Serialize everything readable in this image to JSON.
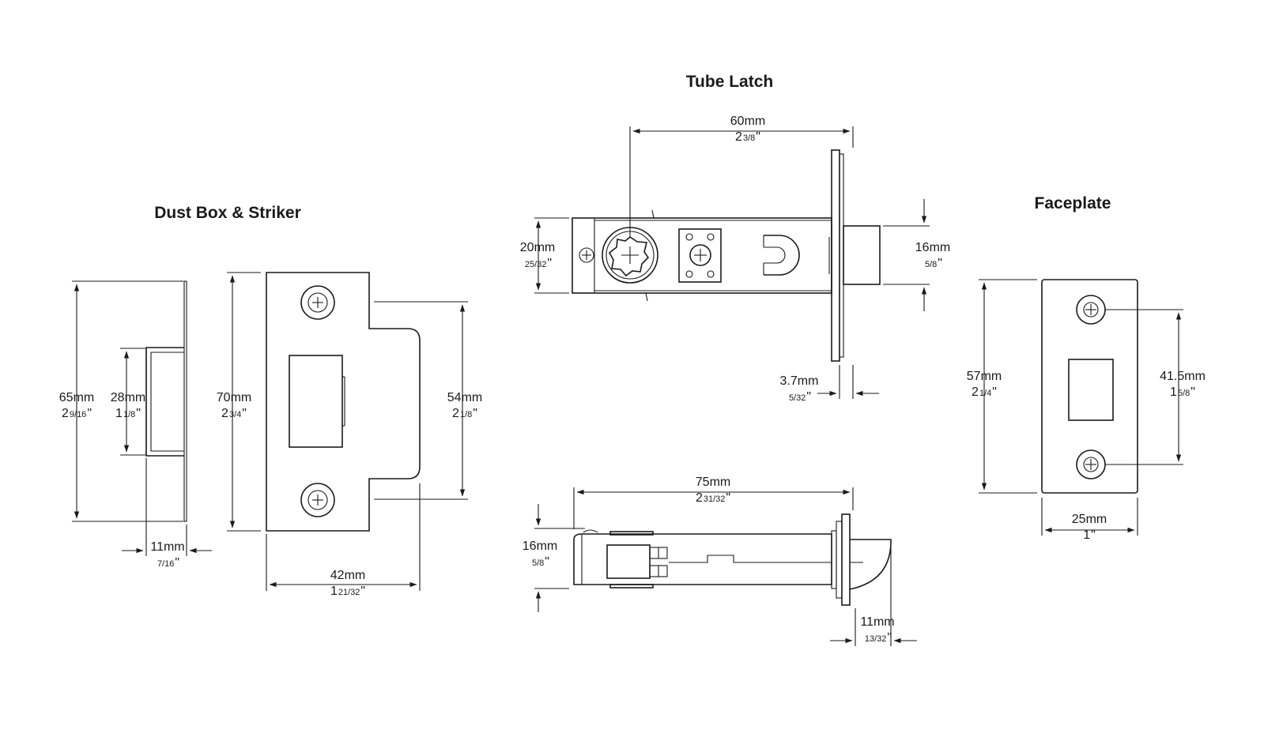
{
  "titles": {
    "dust_box": "Dust Box & Striker",
    "tube_latch": "Tube Latch",
    "faceplate": "Faceplate"
  },
  "dims": {
    "db_height": {
      "mm": "65mm",
      "in_whole": "2",
      "in_frac": "9/16",
      "in_mark": "\""
    },
    "db_box": {
      "mm": "28mm",
      "in_whole": "1",
      "in_frac": "1/8",
      "in_mark": "\""
    },
    "db_depth": {
      "mm": "11mm",
      "in_whole": "",
      "in_frac": "7/16",
      "in_mark": "\""
    },
    "st_height": {
      "mm": "70mm",
      "in_whole": "2",
      "in_frac": "3/4",
      "in_mark": "\""
    },
    "st_inner": {
      "mm": "54mm",
      "in_whole": "2",
      "in_frac": "1/8",
      "in_mark": "\""
    },
    "st_width": {
      "mm": "42mm",
      "in_whole": "1",
      "in_frac": "21/32",
      "in_mark": "\""
    },
    "tl_backset": {
      "mm": "60mm",
      "in_whole": "2",
      "in_frac": "3/8",
      "in_mark": "\""
    },
    "tl_body": {
      "mm": "20mm",
      "in_whole": "",
      "in_frac": "25/32",
      "in_mark": "\""
    },
    "tl_bolt": {
      "mm": "16mm",
      "in_whole": "",
      "in_frac": "5/8",
      "in_mark": "\""
    },
    "tl_plate": {
      "mm": "3.7mm",
      "in_whole": "",
      "in_frac": "5/32",
      "in_mark": "\""
    },
    "tl_length": {
      "mm": "75mm",
      "in_whole": "2",
      "in_frac": "31/32",
      "in_mark": "\""
    },
    "tl_side_h": {
      "mm": "16mm",
      "in_whole": "",
      "in_frac": "5/8",
      "in_mark": "\""
    },
    "tl_throw": {
      "mm": "11mm",
      "in_whole": "",
      "in_frac": "13/32",
      "in_mark": "\""
    },
    "fp_height": {
      "mm": "57mm",
      "in_whole": "2",
      "in_frac": "1/4",
      "in_mark": "\""
    },
    "fp_centres": {
      "mm": "41.5mm",
      "in_whole": "1",
      "in_frac": "5/8",
      "in_mark": "\""
    },
    "fp_width": {
      "mm": "25mm",
      "in_whole": "1",
      "in_frac": "",
      "in_mark": "\""
    }
  }
}
